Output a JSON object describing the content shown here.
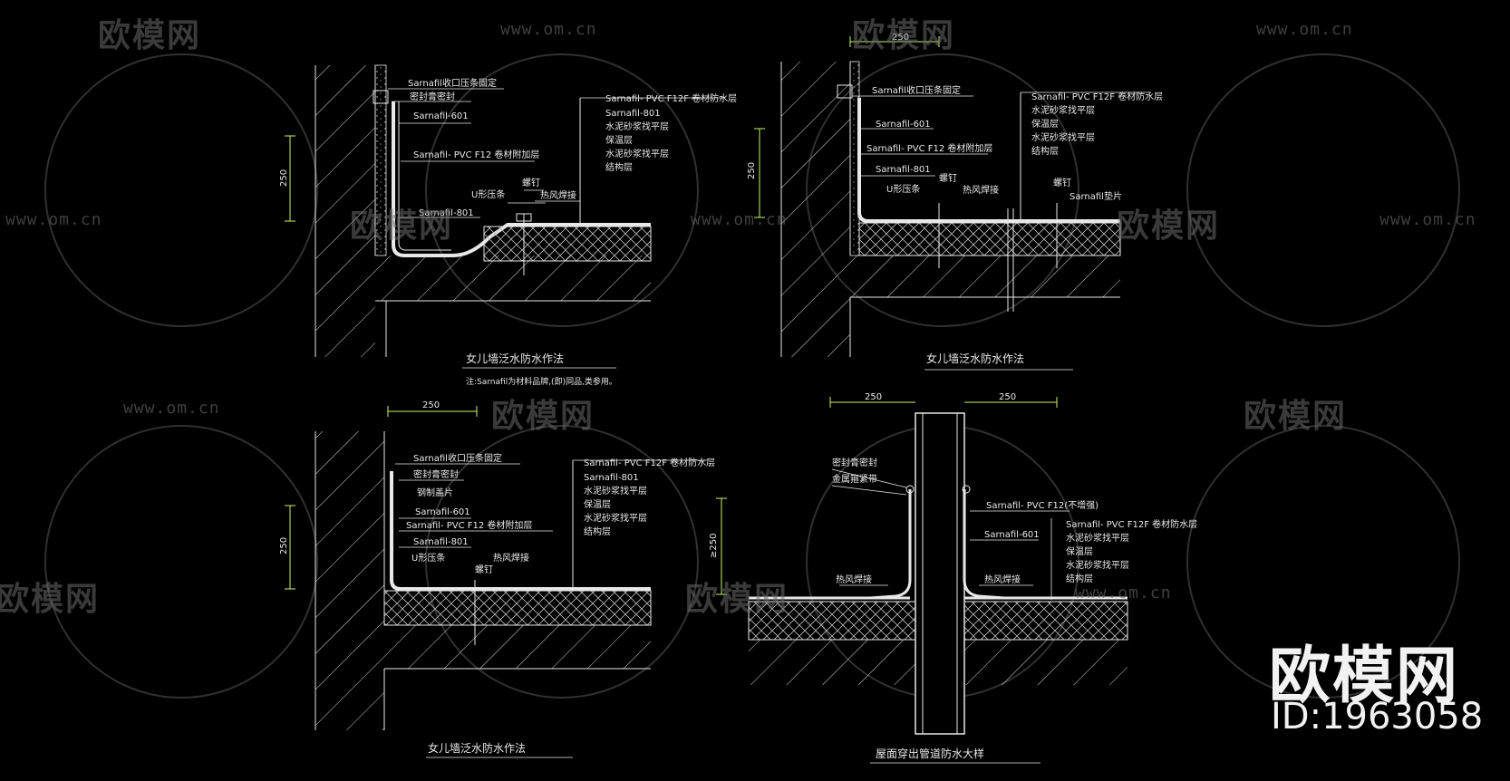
{
  "watermark": {
    "logo_text": "欧模网",
    "url_text": "www.om.cn"
  },
  "brand": {
    "logo": "欧模网",
    "id_text": "ID:1963058"
  },
  "colors": {
    "background": "#000000",
    "line": "#e8e8e8",
    "dim": "#c8f56a",
    "watermark": "#6a6a6a"
  },
  "details": [
    {
      "title": "女儿墙泛水防水作法",
      "note": "注:Sarnafil为材料品牌,(即)同品,类参用。",
      "dimension": "250",
      "left_labels": [
        "Sarnafil收口压条固定",
        "密封膏密封",
        "Sarnafil-601",
        "Sarnafil- PVC F12 卷材附加层",
        "Sarnafil-801",
        "U形压条",
        "螺钉",
        "热风焊接"
      ],
      "layers": [
        "Sarnafil- PVC F12F 卷材防水层",
        "Sarnafil-801",
        "水泥砂浆找平层",
        "保温层",
        "水泥砂浆找平层",
        "结构层"
      ]
    },
    {
      "title": "女儿墙泛水防水作法",
      "dimension_v": "250",
      "dimension_h": "250",
      "left_labels": [
        "Sarnafil收口压条固定",
        "Sarnafil-601",
        "Sarnafil- PVC F12 卷材附加层",
        "Sarnafil-801",
        "U形压条",
        "螺钉",
        "热风焊接",
        "螺钉",
        "Sarnafil垫片"
      ],
      "layers": [
        "Sarnafil- PVC F12F 卷材防水层",
        "水泥砂浆找平层",
        "保温层",
        "水泥砂浆找平层",
        "结构层"
      ]
    },
    {
      "title": "女儿墙泛水防水作法",
      "dimension_v": "250",
      "dimension_h": "250",
      "left_labels": [
        "Sarnafil收口压条固定",
        "密封膏密封",
        "钢制盖片",
        "Sarnafil-601",
        "Sarnafil- PVC F12 卷材附加层",
        "Sarnafil-801",
        "U形压条",
        "螺钉",
        "热风焊接"
      ],
      "layers": [
        "Sarnafil- PVC F12F 卷材防水层",
        "Sarnafil-801",
        "水泥砂浆找平层",
        "保温层",
        "水泥砂浆找平层",
        "结构层"
      ]
    },
    {
      "title": "屋面穿出管道防水大样",
      "dimension_left": "250",
      "dimension_right": "250",
      "dimension_v": "≥250",
      "left_labels": [
        "密封膏密封",
        "金属箍紧带",
        "热风焊接"
      ],
      "right_labels": [
        "Sarnafil- PVC F12(不增强)",
        "Sarnafil-601",
        "热风焊接"
      ],
      "layers": [
        "Sarnafil- PVC F12F 卷材防水层",
        "水泥砂浆找平层",
        "保温层",
        "水泥砂浆找平层",
        "结构层"
      ]
    }
  ]
}
